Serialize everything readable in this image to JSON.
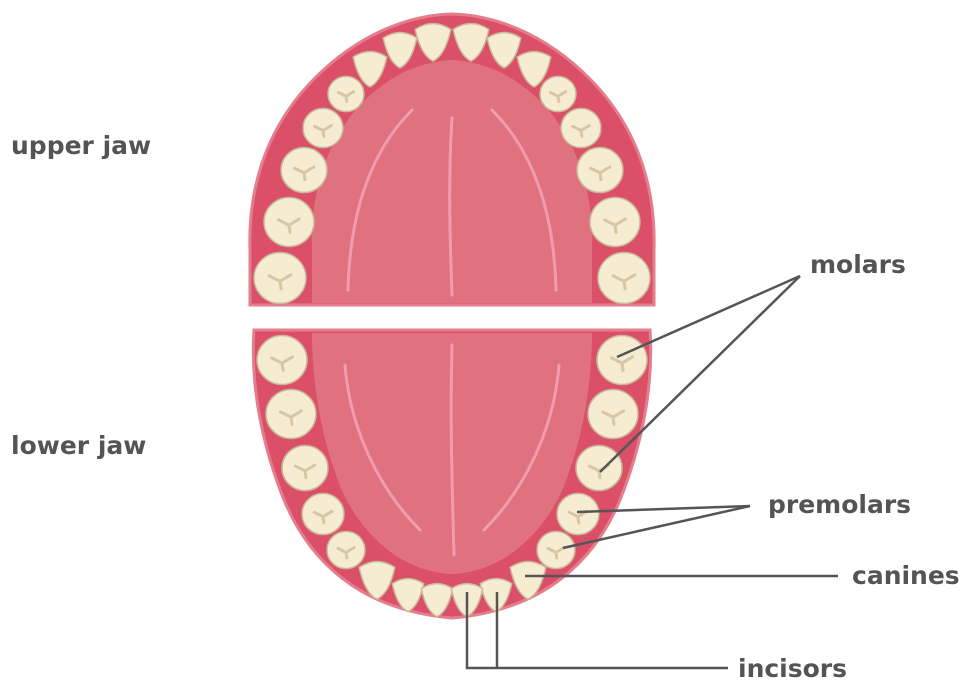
{
  "labels": {
    "upper_jaw": "upper jaw",
    "lower_jaw": "lower jaw",
    "molars": "molars",
    "premolars": "premolars",
    "canines": "canines",
    "incisors": "incisors"
  },
  "colors": {
    "label_text": "#545454",
    "leader_line": "#555555",
    "gum_outer": "#dc4f69",
    "gum_inner": "#e57e8c",
    "palate": "#e0717f",
    "palate_line": "#f09cae",
    "tooth_fill": "#f5ecd2",
    "tooth_stroke": "#c9b89a",
    "tooth_groove": "#d8c6a4"
  }
}
